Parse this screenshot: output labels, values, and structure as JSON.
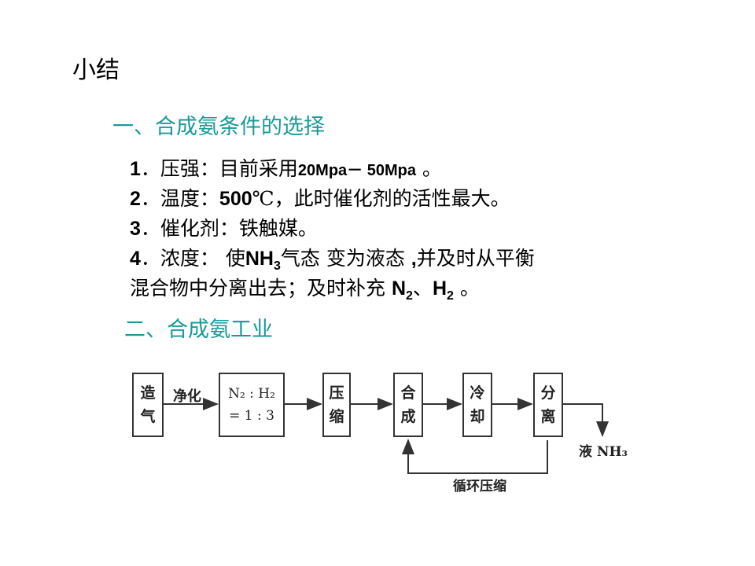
{
  "slide": {
    "title": "小结",
    "section1": "一、合成氨条件的选择",
    "items": {
      "i1": {
        "num": "1",
        "label": "．压强：目前采用",
        "value": "20Mpa－ 50Mpa",
        "end": " 。"
      },
      "i2": {
        "num": "2",
        "label": "．温度：",
        "value": "500",
        "unit": "℃，此时催化剂的活性最大。"
      },
      "i3": {
        "num": "3",
        "label": "．催化剂：铁触媒。"
      },
      "i4": {
        "num": "4",
        "label": "．浓度：  使",
        "nh": "NH",
        "nh_sub": "3",
        "mid": "气态 变为液态 ",
        "comma": ",",
        "rest": "并及时从平衡",
        "line2a": "混合物中分离出去；及时补充 ",
        "n": "N",
        "n_sub": "2",
        "sep": "、",
        "h": "H",
        "h_sub": "2",
        "end": " 。"
      }
    },
    "section2": "二、合成氨工业"
  },
  "diagram": {
    "box_zaoqi": [
      "造",
      "气"
    ],
    "arrow_label": "净化",
    "box_ratio": {
      "line1": "N₂ : H₂",
      "line2": "= 1 : 3"
    },
    "box_yasuo": [
      "压",
      "缩"
    ],
    "box_hecheng": [
      "合",
      "成"
    ],
    "box_lengque": [
      "冷",
      "却"
    ],
    "box_fenli": [
      "分",
      "离"
    ],
    "output_label": "液 NH₃",
    "recycle_label": "循环压缩",
    "line_color": "#333333"
  }
}
